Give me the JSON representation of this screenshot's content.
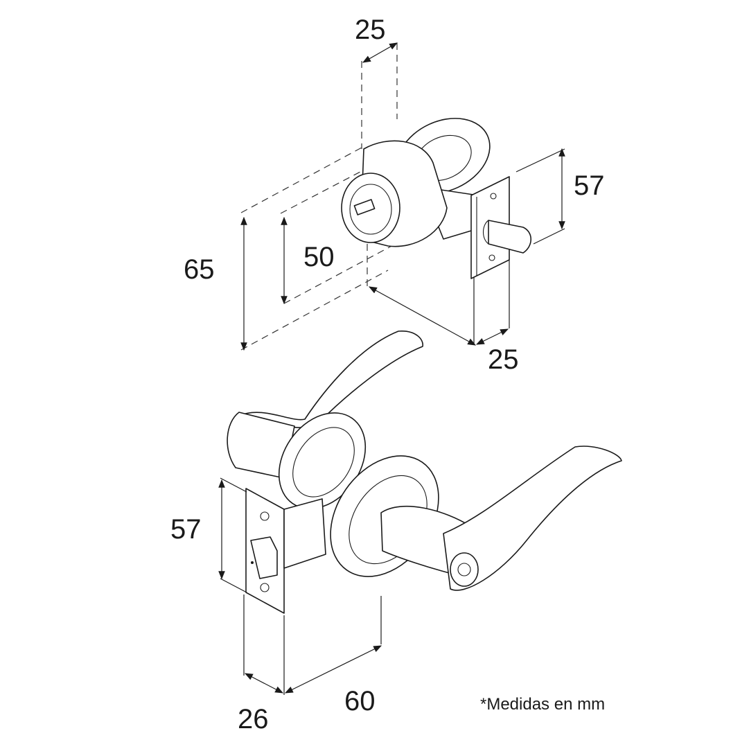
{
  "note": "*Medidas en mm",
  "deadbolt": {
    "dim_top_width": "25",
    "dim_height_latch_plate": "57",
    "dim_outer_height": "65",
    "dim_inner_height": "50",
    "dim_depth": "25"
  },
  "lever_lock": {
    "dim_latch_plate_height": "57",
    "dim_backset": "60",
    "dim_plate_width": "26"
  },
  "colors": {
    "line": "#1a1a1a",
    "background": "#ffffff"
  }
}
